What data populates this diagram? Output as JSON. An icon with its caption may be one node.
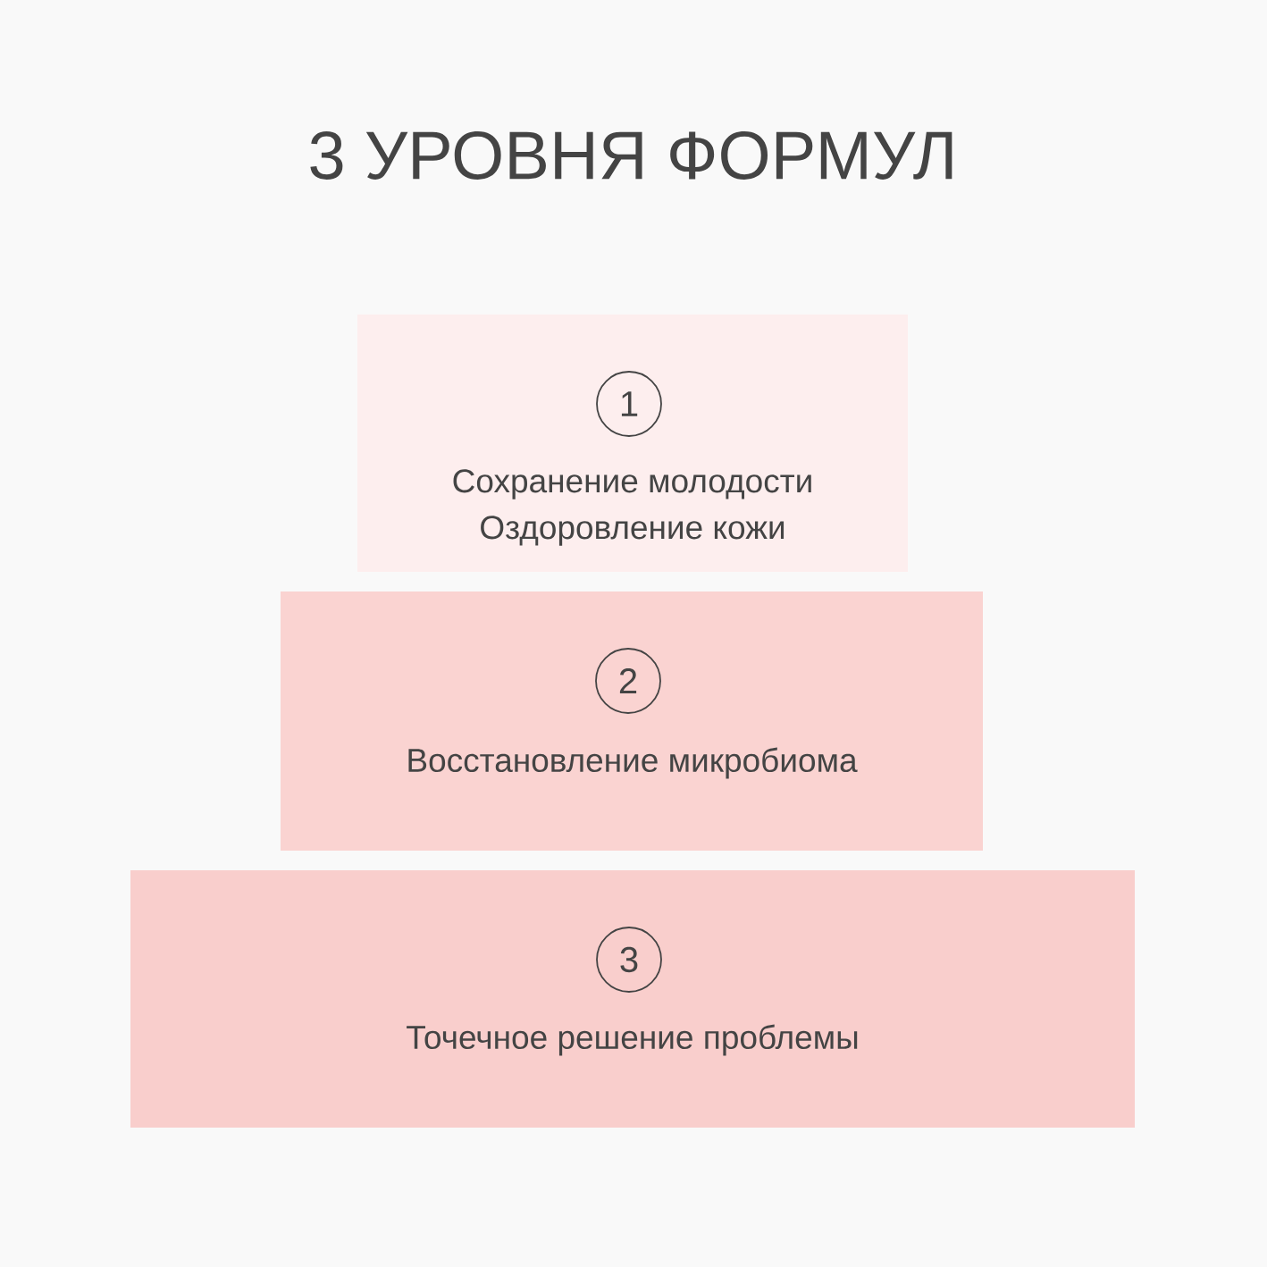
{
  "diagram": {
    "title": "3 УРОВНЯ ФОРМУЛ",
    "nodes": [
      {
        "text": [
          "Сохранение молодости",
          "Оздоровление кожи"
        ]
      },
      {
        "text": [
          "1"
        ],
        "in": 0
      },
      {
        "text": [
          "Восстановление микробиома"
        ]
      },
      {
        "text": [
          "2"
        ],
        "in": 2
      },
      {
        "text": [
          "Точечное решение проблемы"
        ]
      },
      {
        "text": [
          "3"
        ],
        "in": 4
      }
    ]
  }
}
